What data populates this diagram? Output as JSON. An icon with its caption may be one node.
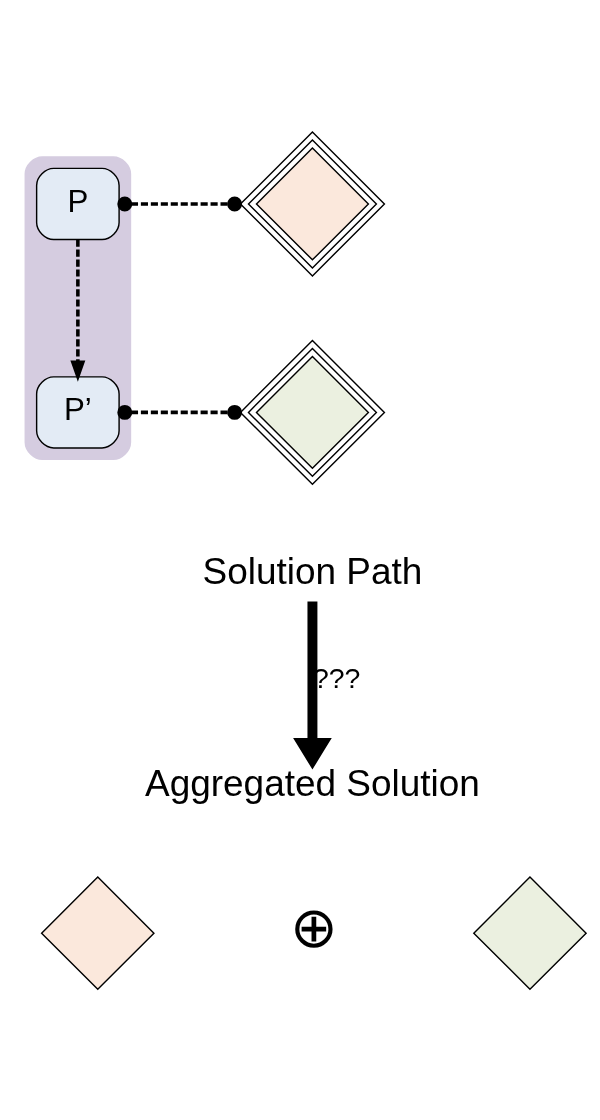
{
  "diagram": {
    "nodes": [
      {
        "text": [],
        "shape": "cloud"
      },
      {
        "text": [
          "P"
        ],
        "in": 0
      },
      {
        "text": [
          "P’"
        ],
        "in": 0
      },
      {
        "text": [],
        "shape": "diamond"
      },
      {
        "text": [],
        "shape": "diamond"
      },
      {
        "text": [
          "Solution Path"
        ]
      },
      {
        "text": [
          "Aggregated Solution"
        ]
      },
      {
        "text": [],
        "shape": "diamond"
      },
      {
        "text": [],
        "shape": "diamond"
      }
    ],
    "edges": [
      {
        "from": 1,
        "to": 2,
        "arrow": "to",
        "style": "dashed"
      },
      {
        "from": 1,
        "to": 3,
        "arrow": "other",
        "style": "dashed"
      },
      {
        "from": 2,
        "to": 4,
        "arrow": "other",
        "style": "dashed"
      },
      {
        "from": 5,
        "to": 6,
        "arrow": "to",
        "style": "thick",
        "label": "???"
      }
    ],
    "labels": [
      "⊕"
    ]
  }
}
